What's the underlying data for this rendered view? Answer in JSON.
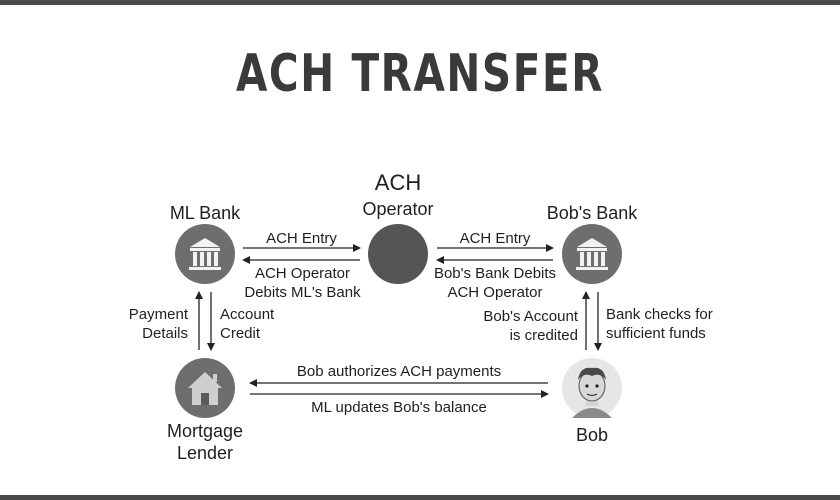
{
  "title": "ACH TRANSFER",
  "nodes": {
    "ml_bank": {
      "label": "ML Bank"
    },
    "ach_operator": {
      "label_line1": "ACH",
      "label_line2": "Operator"
    },
    "bobs_bank": {
      "label": "Bob's Bank"
    },
    "mortgage_lender": {
      "label": "Mortgage\nLender"
    },
    "bob": {
      "label": "Bob"
    }
  },
  "edges": {
    "ml_to_ach": "ACH Entry",
    "ach_to_ml": "ACH Operator\nDebits ML's Bank",
    "ach_to_bobs_bank": "ACH Entry",
    "bobs_bank_to_ach": "Bob's Bank Debits\nACH Operator",
    "payment_details": "Payment\nDetails",
    "account_credit": "Account\nCredit",
    "bobs_account_credited": "Bob's Account\nis credited",
    "bank_checks_funds": "Bank checks for\nsufficient funds",
    "bob_authorizes": "Bob authorizes ACH payments",
    "ml_updates": "ML updates Bob's balance"
  },
  "colors": {
    "node_fill": "#6e6e6e",
    "node_dark": "#555555",
    "arrow": "#222222",
    "bar": "#4a4a4a"
  }
}
